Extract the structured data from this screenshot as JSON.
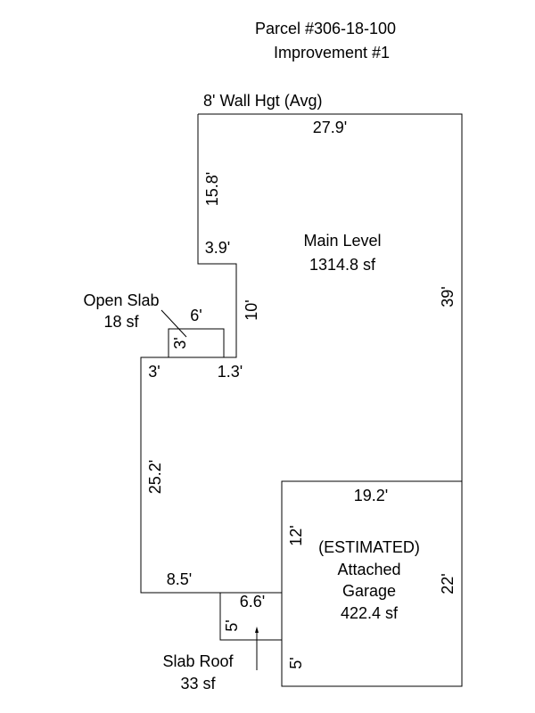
{
  "title": {
    "parcel": "Parcel #306-18-100",
    "improvement": "Improvement #1"
  },
  "wall_height": "8' Wall Hgt (Avg)",
  "main_level": {
    "name": "Main Level",
    "area": "1314.8 sf"
  },
  "garage": {
    "estimated": "(ESTIMATED)",
    "name1": "Attached",
    "name2": "Garage",
    "area": "422.4 sf"
  },
  "open_slab": {
    "name": "Open Slab",
    "area": "18 sf",
    "width": "6'",
    "depth": "3'"
  },
  "slab_roof": {
    "name": "Slab Roof",
    "area": "33 sf",
    "width": "6.6'",
    "depth": "5'"
  },
  "dimensions": {
    "top": "27.9'",
    "left_upper": "15.8'",
    "notch": "3.9'",
    "notch_side": "10'",
    "right": "39'",
    "left_step": "3'",
    "right_step": "1.3'",
    "left_lower": "25.2'",
    "bottom_left": "8.5'",
    "garage_top": "19.2'",
    "garage_left": "12'",
    "garage_right": "22'",
    "garage_bottom_left": "5'"
  }
}
